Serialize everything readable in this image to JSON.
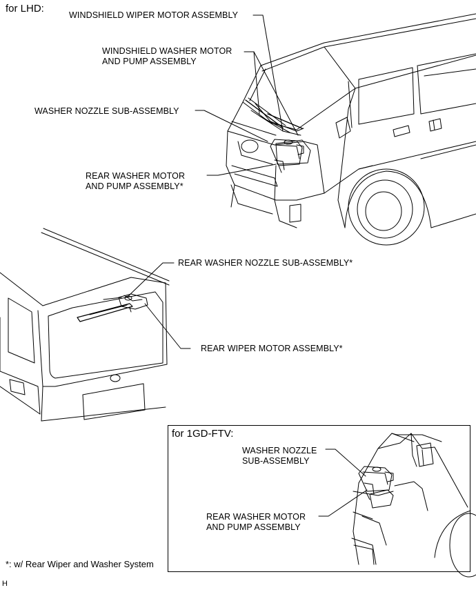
{
  "title": "for LHD:",
  "labels": {
    "windshield_wiper_motor": "WINDSHIELD WIPER MOTOR ASSEMBLY",
    "windshield_washer_motor": "WINDSHIELD WASHER MOTOR\nAND PUMP ASSEMBLY",
    "washer_nozzle": "WASHER NOZZLE SUB-ASSEMBLY",
    "rear_washer_motor": "REAR WASHER MOTOR\nAND PUMP ASSEMBLY*",
    "rear_washer_nozzle": "REAR WASHER NOZZLE SUB-ASSEMBLY*",
    "rear_wiper_motor": "REAR WIPER MOTOR ASSEMBLY*"
  },
  "inset": {
    "title": "for 1GD-FTV:",
    "washer_nozzle": "WASHER NOZZLE\nSUB-ASSEMBLY",
    "rear_washer_motor": "REAR WASHER MOTOR\nAND PUMP ASSEMBLY"
  },
  "footnote": "*: w/ Rear Wiper and Washer System",
  "corner_mark": "H"
}
